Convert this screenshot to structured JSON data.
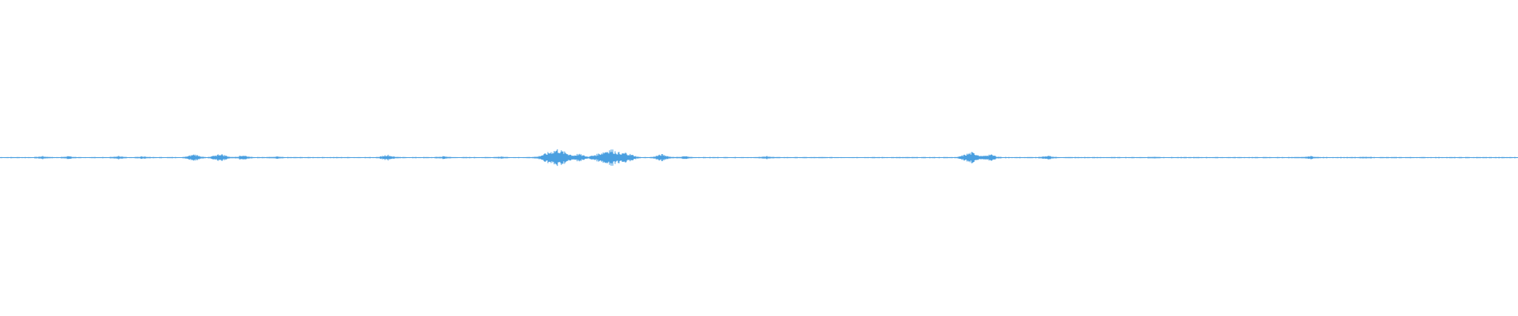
{
  "waveform": {
    "color": "#4a9fe0",
    "background": "#ffffff",
    "bursts": [
      {
        "at": 0.028,
        "level": 0.2
      },
      {
        "at": 0.045,
        "level": 0.18
      },
      {
        "at": 0.078,
        "level": 0.22
      },
      {
        "at": 0.094,
        "level": 0.16
      },
      {
        "at": 0.128,
        "level": 0.4
      },
      {
        "at": 0.145,
        "level": 0.45
      },
      {
        "at": 0.16,
        "level": 0.3
      },
      {
        "at": 0.182,
        "level": 0.14
      },
      {
        "at": 0.255,
        "level": 0.35
      },
      {
        "at": 0.292,
        "level": 0.18
      },
      {
        "at": 0.33,
        "level": 0.14
      },
      {
        "at": 0.355,
        "level": 0.12
      },
      {
        "at": 0.367,
        "level": 1.0
      },
      {
        "at": 0.381,
        "level": 0.45
      },
      {
        "at": 0.392,
        "level": 0.32
      },
      {
        "at": 0.402,
        "level": 1.0
      },
      {
        "at": 0.412,
        "level": 0.6
      },
      {
        "at": 0.436,
        "level": 0.4
      },
      {
        "at": 0.451,
        "level": 0.2
      },
      {
        "at": 0.505,
        "level": 0.18
      },
      {
        "at": 0.64,
        "level": 0.62
      },
      {
        "at": 0.652,
        "level": 0.4
      },
      {
        "at": 0.69,
        "level": 0.25
      },
      {
        "at": 0.76,
        "level": 0.1
      },
      {
        "at": 0.863,
        "level": 0.22
      },
      {
        "at": 0.9,
        "level": 0.08
      }
    ]
  }
}
